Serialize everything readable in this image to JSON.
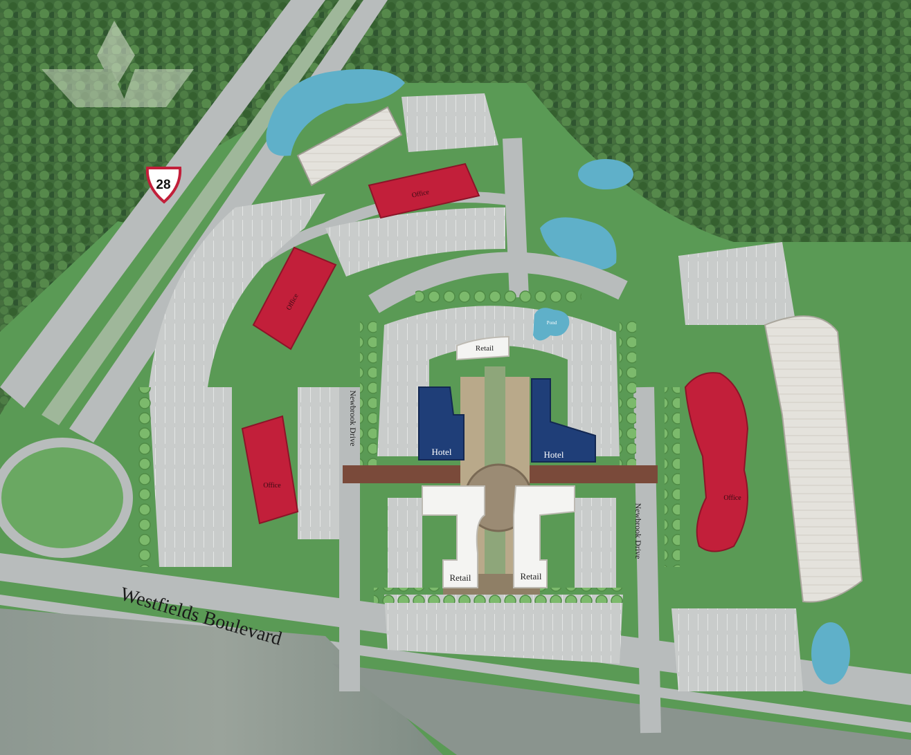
{
  "map": {
    "highway_shield": "28",
    "road_labels": {
      "boulevard": "Westfields Boulevard",
      "drive_west": "Newbrook Drive",
      "drive_east": "Newbrook Drive"
    },
    "building_labels": {
      "office_north": "Office",
      "office_northwest": "Office",
      "office_west": "Office",
      "office_east": "Office",
      "hotel_west": "Hotel",
      "hotel_east": "Hotel",
      "retail_north": "Retail",
      "retail_southwest": "Retail",
      "retail_southeast": "Retail",
      "pond": "Pond"
    },
    "colors": {
      "forest": "#3f6b3a",
      "forest_dark": "#2f5530",
      "lawn": "#5a9a55",
      "lawn_light": "#7cba6c",
      "road": "#b8bcbc",
      "parking": "#c9cccb",
      "water": "#5fb0c9",
      "office": "#c21f3a",
      "hotel": "#1f3e78",
      "retail": "#f4f4f2",
      "garage": "#e4e2dc",
      "plaza_brick": "#7a4a3a",
      "field_gray": "#8a948e"
    }
  }
}
